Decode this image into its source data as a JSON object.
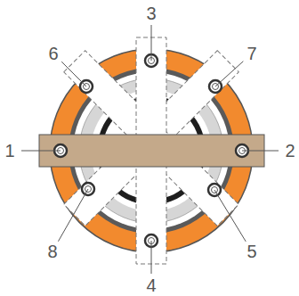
{
  "diagram": {
    "labels": [
      "3",
      "6",
      "7",
      "1",
      "2",
      "8",
      "5",
      "4"
    ]
  }
}
